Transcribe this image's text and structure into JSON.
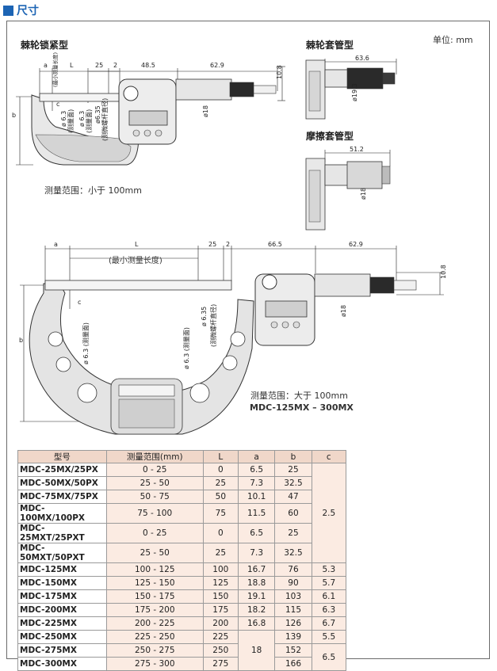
{
  "header": {
    "title": "尺寸"
  },
  "unit": "单位: mm",
  "diagrams": {
    "ratchet_lock": {
      "title": "棘轮锁紧型",
      "range_note": "测量范围：小于 100mm",
      "dims": {
        "a": "a",
        "L": "L",
        "d25": "25",
        "d2": "2",
        "d48_5": "48.5",
        "d62_9": "62.9",
        "d10_8": "10.8",
        "b": "b",
        "c": "c",
        "phi18": "ø18",
        "phi6_3a": "ø 6.3",
        "phi6_3b": "ø 6.3",
        "phi6_35": "ø6.35"
      },
      "notes": {
        "min_len": "(最小测量长度)",
        "face1": "(测量面)",
        "face2": "(测量面)",
        "spindle": "(测微螺杆直径)"
      }
    },
    "ratchet_sleeve": {
      "title": "棘轮套管型",
      "dims": {
        "d63_6": "63.6",
        "phi19_3": "ø19.3"
      }
    },
    "friction_sleeve": {
      "title": "摩擦套管型",
      "dims": {
        "d51_2": "51.2",
        "phi18": "ø18"
      }
    },
    "large": {
      "range_note": "测量范围：大于 100mm",
      "models": "MDC-125MX – 300MX",
      "dims": {
        "a": "a",
        "L": "L",
        "d25": "25",
        "d2": "2",
        "d66_5": "66.5",
        "d62_9": "62.9",
        "d10_8": "10.8",
        "b": "b",
        "c": "c",
        "phi18": "ø18",
        "phi6_3a": "ø 6.3 (测量面)",
        "phi6_3b": "ø 6.3 (测量面)",
        "phi6_35": "ø 6.35",
        "spindle": "(测微螺杆直径)"
      },
      "notes": {
        "min_len": "(最小测量长度)"
      }
    }
  },
  "table": {
    "headers": [
      "型号",
      "测量范围(mm)",
      "L",
      "a",
      "b",
      "c"
    ],
    "rows": [
      {
        "model": "MDC-25MX/25PX",
        "range": "0 - 25",
        "L": "0",
        "a": "6.5",
        "b": "25"
      },
      {
        "model": "MDC-50MX/50PX",
        "range": "25 - 50",
        "L": "25",
        "a": "7.3",
        "b": "32.5"
      },
      {
        "model": "MDC-75MX/75PX",
        "range": "50 - 75",
        "L": "50",
        "a": "10.1",
        "b": "47"
      },
      {
        "model": "MDC-100MX/100PX",
        "range": "75 - 100",
        "L": "75",
        "a": "11.5",
        "b": "60"
      },
      {
        "model": "MDC-25MXT/25PXT",
        "range": "0 - 25",
        "L": "0",
        "a": "6.5",
        "b": "25"
      },
      {
        "model": "MDC-50MXT/50PXT",
        "range": "25 - 50",
        "L": "25",
        "a": "7.3",
        "b": "32.5"
      },
      {
        "model": "MDC-125MX",
        "range": "100 - 125",
        "L": "100",
        "a": "16.7",
        "b": "76",
        "c": "5.3"
      },
      {
        "model": "MDC-150MX",
        "range": "125 - 150",
        "L": "125",
        "a": "18.8",
        "b": "90",
        "c": "5.7"
      },
      {
        "model": "MDC-175MX",
        "range": "150 - 175",
        "L": "150",
        "a": "19.1",
        "b": "103",
        "c": "6.1"
      },
      {
        "model": "MDC-200MX",
        "range": "175 - 200",
        "L": "175",
        "a": "18.2",
        "b": "115",
        "c": "6.3"
      },
      {
        "model": "MDC-225MX",
        "range": "200 - 225",
        "L": "200",
        "a": "16.8",
        "b": "126",
        "c": "6.7"
      },
      {
        "model": "MDC-250MX",
        "range": "225 - 250",
        "L": "225",
        "b": "139",
        "c": "5.5"
      },
      {
        "model": "MDC-275MX",
        "range": "250 - 275",
        "L": "250",
        "b": "152"
      },
      {
        "model": "MDC-300MX",
        "range": "275 - 300",
        "L": "275",
        "b": "166"
      }
    ],
    "merged": {
      "c_first": "2.5",
      "a_last": "18",
      "c_last": "6.5"
    }
  }
}
